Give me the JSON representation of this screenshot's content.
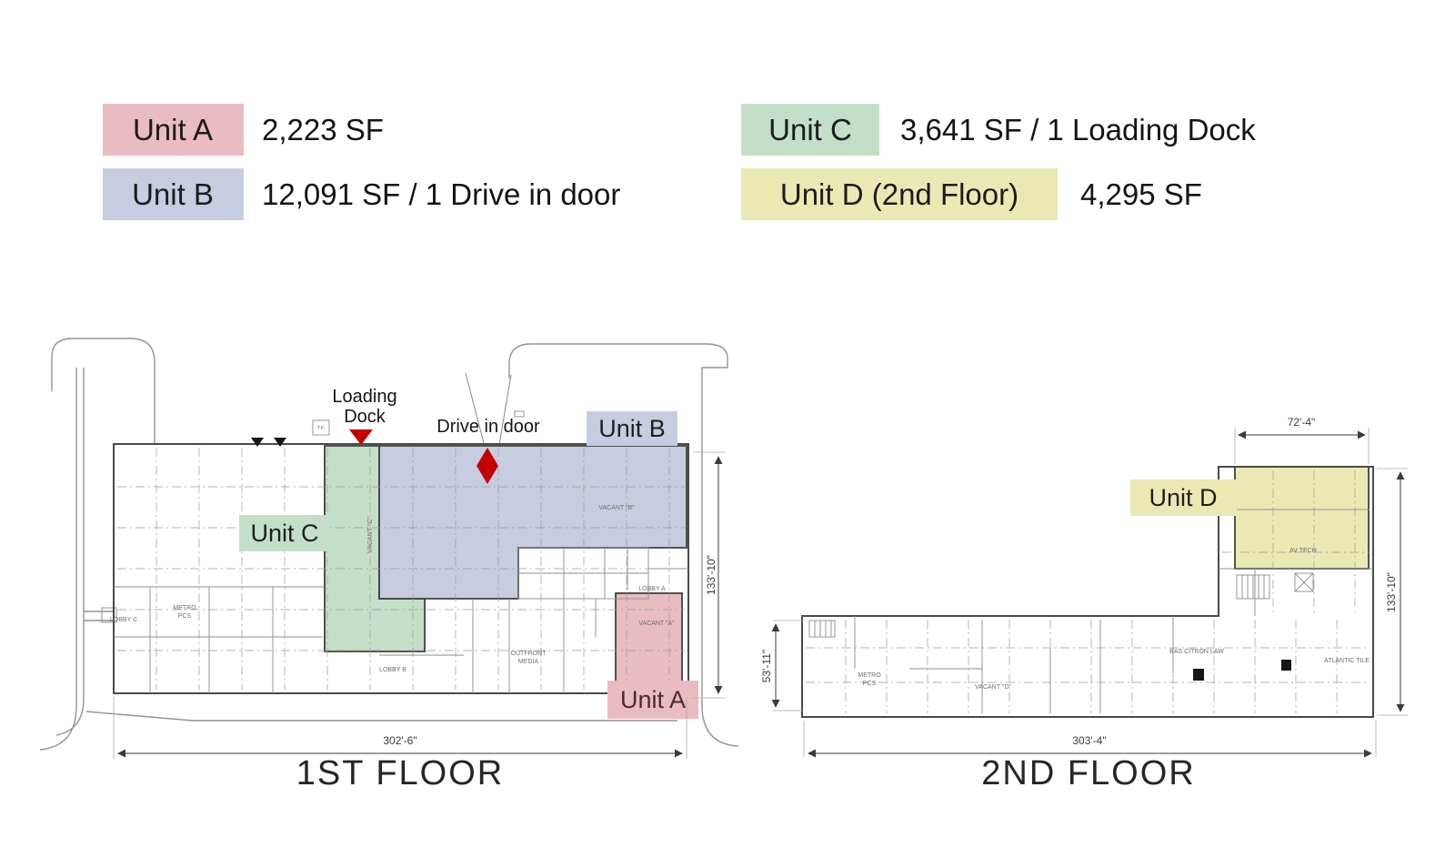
{
  "colors": {
    "unit_a_pink": "#e9bcc1",
    "unit_b_lavender": "#c7cde0",
    "unit_c_green": "#c4dfc8",
    "unit_d_yellow": "#ebe9b3",
    "marker_red": "#c40000"
  },
  "legend": {
    "unit_a": {
      "label": "Unit A",
      "value": "2,223 SF"
    },
    "unit_b": {
      "label": "Unit B",
      "value": "12,091 SF / 1 Drive in door"
    },
    "unit_c": {
      "label": "Unit C",
      "value": "3,641 SF / 1 Loading Dock"
    },
    "unit_d": {
      "label": "Unit D (2nd Floor)",
      "value": "4,295 SF"
    }
  },
  "floor1": {
    "title": "1ST FLOOR",
    "chip_a": "Unit A",
    "chip_b": "Unit B",
    "chip_c": "Unit C",
    "loading_dock_line1": "Loading",
    "loading_dock_line2": "Dock",
    "drive_in_door": "Drive in door",
    "dim_width": "302'-6\"",
    "dim_height": "133'-10\"",
    "rooms": {
      "lobby_a": "LOBBY A",
      "lobby_b": "LOBBY B",
      "lobby_c": "LOBBY C",
      "metro_line1": "METRO",
      "metro_line2": "PCS",
      "outfront_line1": "OUTFRONT",
      "outfront_line2": "MEDIA",
      "vacant_a": "VACANT \"A\"",
      "vacant_b": "VACANT \"B\"",
      "vacant_c": "VACANT \"C\"",
      "tf": "T.F."
    }
  },
  "floor2": {
    "title": "2ND FLOOR",
    "chip_d": "Unit D",
    "dim_width": "303'-4\"",
    "dim_height": "133'-10\"",
    "dim_left": "53'-11\"",
    "dim_unit_d": "72'-4\"",
    "rooms": {
      "metro_line1": "METRO",
      "metro_line2": "PCS",
      "vacant_d": "VACANT \"D\"",
      "bas_citron": "BAS CITRON LAW",
      "atlantic": "ATLANTIC TILE",
      "av_tech": "AV TECH"
    }
  }
}
